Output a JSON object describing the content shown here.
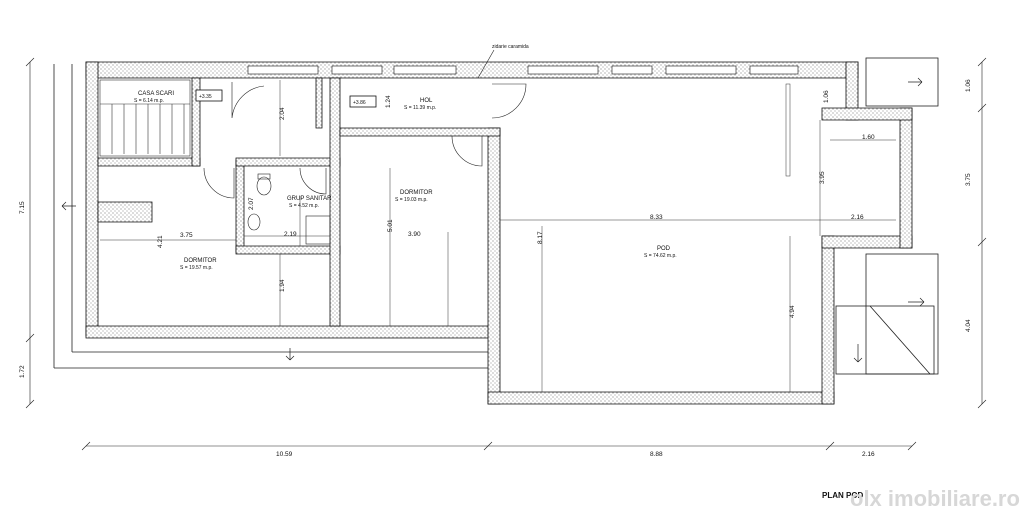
{
  "plan_title": "PLAN POD",
  "watermark": "olx imobiliare.ro",
  "wall_note": "zidarie caramida",
  "levels": {
    "stair": "+3.35",
    "hall": "+3.86"
  },
  "rooms": {
    "stair": {
      "name": "CASA SCARI",
      "area": "S = 6.14 m.p."
    },
    "hall": {
      "name": "HOL",
      "area": "S = 11.39 m.p."
    },
    "bath": {
      "name": "GRUP SANITAR",
      "area": "S = 4.52 m.p."
    },
    "bed_center": {
      "name": "DORMITOR",
      "area": "S = 19.03 m.p."
    },
    "bed_left": {
      "name": "DORMITOR",
      "area": "S = 19.57 m.p."
    },
    "attic": {
      "name": "POD",
      "area": "S = 74.62 m.p."
    }
  },
  "dimensions": {
    "d_2_04": "2.04",
    "d_1_24": "1.24",
    "d_1_06": "1.06",
    "d_1_60": "1.60",
    "d_3_95": "3.95",
    "d_2_16_inner": "2.16",
    "d_8_33": "8.33",
    "d_8_17": "8.17",
    "d_5_01": "5.01",
    "d_3_90": "3.90",
    "d_2_07": "2.07",
    "d_2_19": "2.19",
    "d_3_75": "3.75",
    "d_4_21": "4.21",
    "d_1_94": "1.94",
    "d_4_94": "4.94",
    "left_7_15": "7.15",
    "left_1_72": "1.72",
    "right_1_06": "1.06",
    "right_3_75": "3.75",
    "right_4_04": "4.04",
    "bottom_10_59": "10.59",
    "bottom_8_88": "8.88",
    "bottom_2_16": "2.16"
  }
}
